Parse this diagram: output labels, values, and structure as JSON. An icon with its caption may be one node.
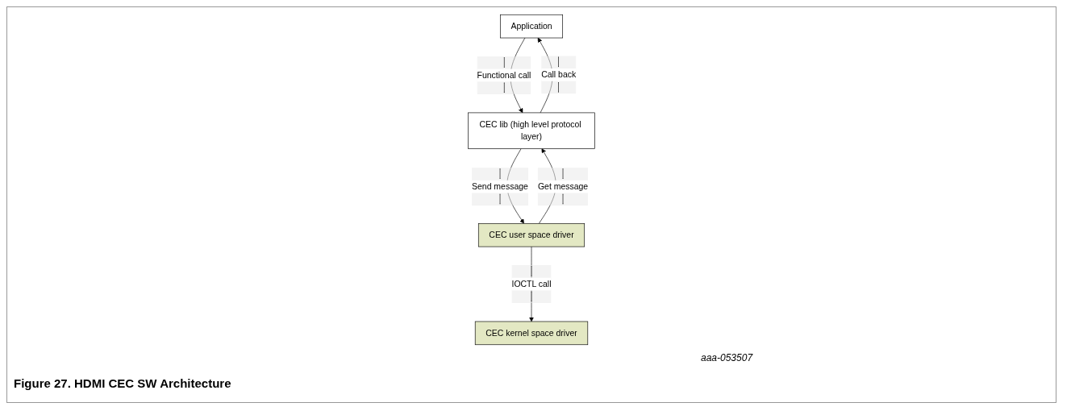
{
  "diagram": {
    "caption": "Figure 27.  HDMI CEC SW Architecture",
    "nodes": [
      {
        "text": [
          "Application"
        ]
      },
      {
        "text": [
          "CEC lib (high level protocol layer)"
        ]
      },
      {
        "text": [
          "CEC user space driver"
        ]
      },
      {
        "text": [
          "CEC kernel space driver"
        ]
      }
    ],
    "edges": [
      {
        "from": 0,
        "to": 1,
        "arrow": "to",
        "label": "Functional call"
      },
      {
        "from": 1,
        "to": 0,
        "arrow": "to",
        "label": "Call back"
      },
      {
        "from": 1,
        "to": 2,
        "arrow": "to",
        "label": "Send message"
      },
      {
        "from": 2,
        "to": 1,
        "arrow": "to",
        "label": "Get message"
      },
      {
        "from": 2,
        "to": 3,
        "arrow": "to",
        "label": "IOCTL call"
      }
    ],
    "labels": [
      "aaa-053507"
    ]
  }
}
